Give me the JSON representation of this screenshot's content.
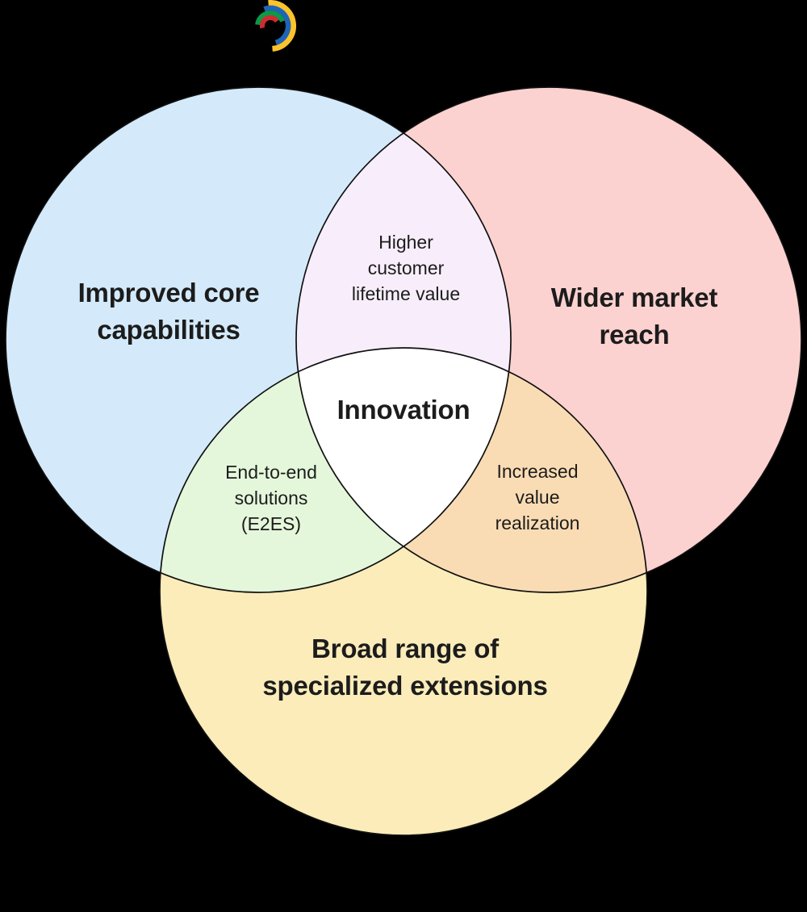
{
  "page": {
    "background_color": "#000000"
  },
  "header": {
    "logo_name": "colorful-swirl-logo",
    "logo_colors": {
      "yellow": "#fcc32d",
      "blue": "#2065b5",
      "green": "#0a9a4a",
      "red": "#d22b2f"
    }
  },
  "venn": {
    "type": "venn-diagram",
    "stroke_color": "#101010",
    "text_color": "#1c1c1c",
    "sets": [
      {
        "name": "improved-core-capabilities",
        "label": "Improved core capabilities",
        "label_lines": [
          "Improved core",
          "capabilities"
        ],
        "fill": "#d4eafb"
      },
      {
        "name": "wider-market-reach",
        "label": "Wider market reach",
        "label_lines": [
          "Wider market",
          "reach"
        ],
        "fill": "#fcd2d0"
      },
      {
        "name": "broad-range-of-specialized-extensions",
        "label": "Broad range of specialized extensions",
        "label_lines": [
          "Broad range of",
          "specialized extensions"
        ],
        "fill": "#fbecb9"
      }
    ],
    "overlaps": [
      {
        "name": "higher-customer-lifetime-value",
        "between": [
          "improved-core-capabilities",
          "wider-market-reach"
        ],
        "label": "Higher customer lifetime value",
        "label_lines": [
          "Higher",
          "customer",
          "lifetime value"
        ],
        "fill": "#f8eefb"
      },
      {
        "name": "end-to-end-solutions",
        "between": [
          "improved-core-capabilities",
          "broad-range-of-specialized-extensions"
        ],
        "label": "End-to-end solutions (E2ES)",
        "label_lines": [
          "End-to-end",
          "solutions",
          "(E2ES)"
        ],
        "fill": "#e4f7db"
      },
      {
        "name": "increased-value-realization",
        "between": [
          "wider-market-reach",
          "broad-range-of-specialized-extensions"
        ],
        "label": "Increased value realization",
        "label_lines": [
          "Increased",
          "value",
          "realization"
        ],
        "fill": "#fadcb4"
      }
    ],
    "center": {
      "name": "innovation",
      "label": "Innovation",
      "between": [
        "improved-core-capabilities",
        "wider-market-reach",
        "broad-range-of-specialized-extensions"
      ],
      "fill": "#ffffff"
    }
  }
}
